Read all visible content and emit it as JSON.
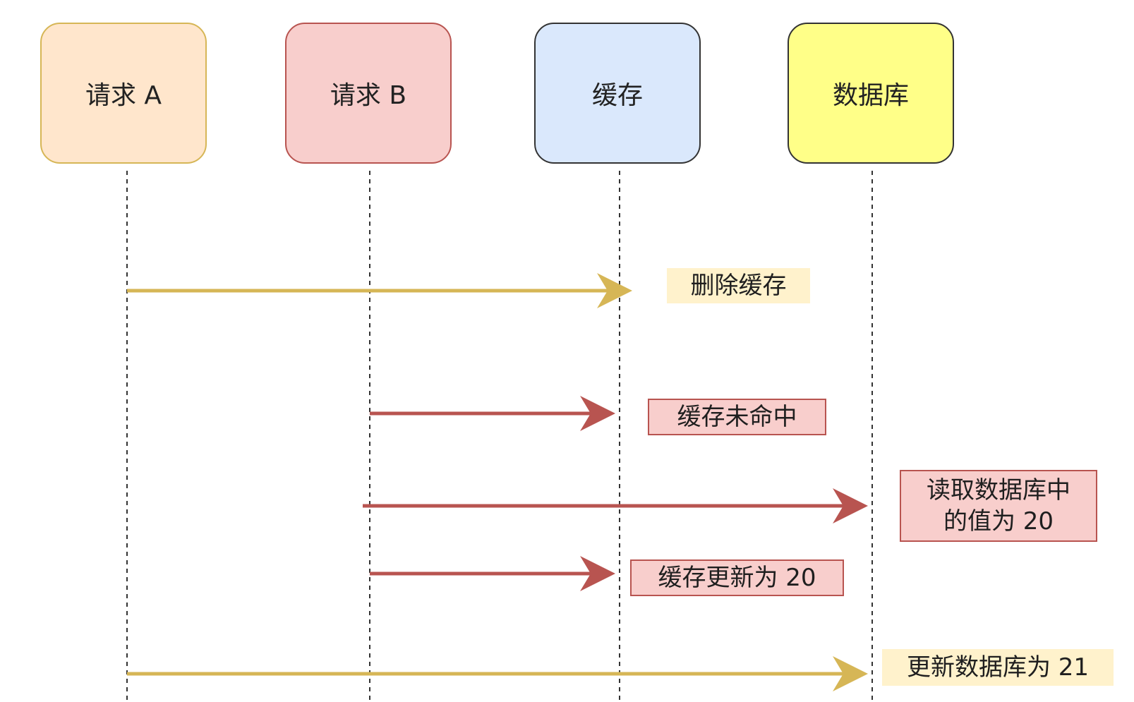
{
  "colors": {
    "request_a_arrow": "#d6b656",
    "request_b_arrow": "#b85450",
    "lifeline": "#333333"
  },
  "actors": [
    {
      "id": "request-a",
      "label": "请求 A",
      "fill": "#ffe6cc",
      "stroke": "#d6b656"
    },
    {
      "id": "request-b",
      "label": "请求 B",
      "fill": "#f8cecc",
      "stroke": "#b85450"
    },
    {
      "id": "cache",
      "label": "缓存",
      "fill": "#dae8fc",
      "stroke": "#333333"
    },
    {
      "id": "database",
      "label": "数据库",
      "fill": "#ffff88",
      "stroke": "#333333"
    }
  ],
  "messages": [
    {
      "from": "request-a",
      "to": "cache",
      "color": "#d6b656",
      "note": "删除缓存"
    },
    {
      "from": "request-b",
      "to": "cache",
      "color": "#b85450",
      "note": "缓存未命中"
    },
    {
      "from": "request-b",
      "to": "database",
      "color": "#b85450",
      "note": "读取数据库中\n的值为 20"
    },
    {
      "from": "request-b",
      "to": "cache",
      "color": "#b85450",
      "note": "缓存更新为 20"
    },
    {
      "from": "request-a",
      "to": "database",
      "color": "#d6b656",
      "note": "更新数据库为 21"
    }
  ]
}
